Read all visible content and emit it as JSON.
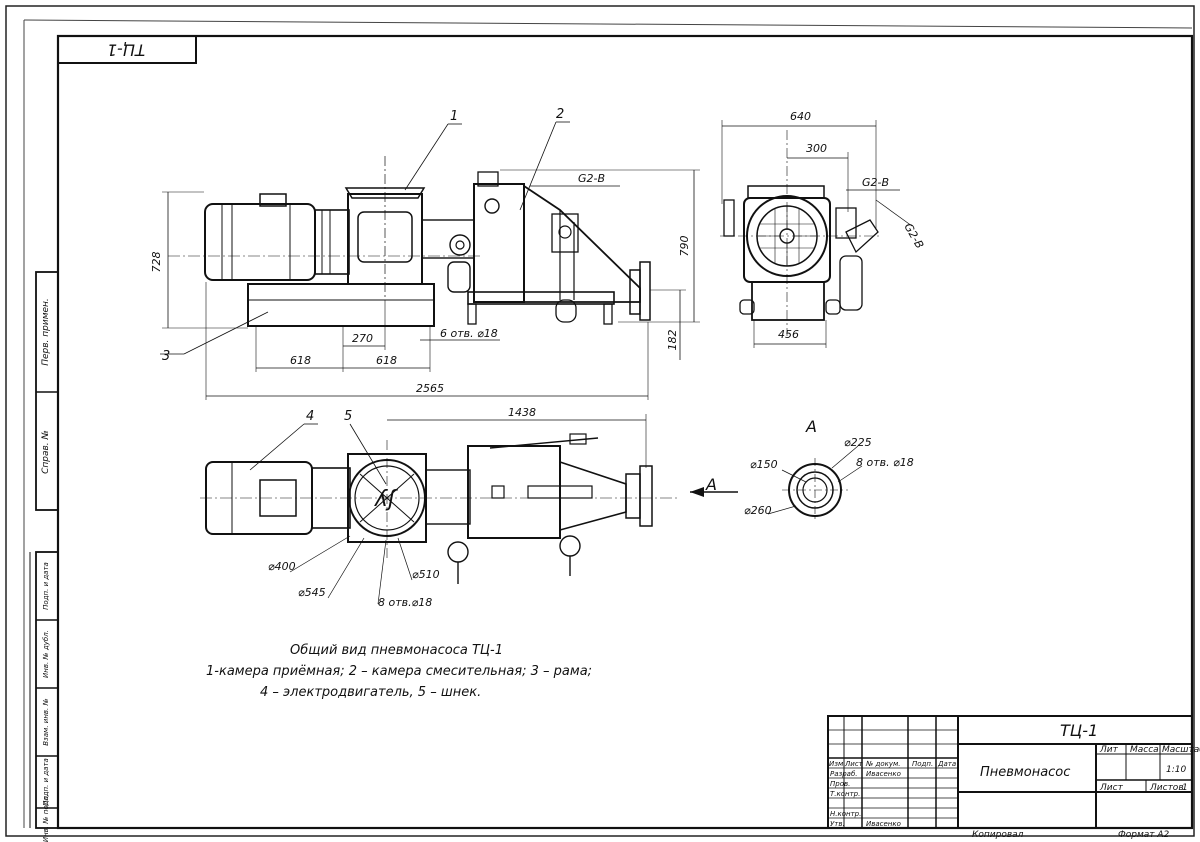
{
  "sheet": {
    "corner_code": "ТЦ-1",
    "side_stamp": [
      "Перв. примен.",
      "Справ. №",
      "Подп. и дата",
      "Инв. № дубл.",
      "Взам. инв. №",
      "Подп. и дата",
      "Инв. № подл."
    ]
  },
  "views": {
    "side_view": {
      "leaders": [
        "1",
        "2",
        "3"
      ],
      "dimensions": [
        "728",
        "790",
        "270",
        "618",
        "618",
        "6 отв. ⌀18",
        "182",
        "2565",
        "G2-B"
      ]
    },
    "end_view": {
      "dimensions": [
        "640",
        "300",
        "G2-B",
        "G2-B",
        "456"
      ]
    },
    "top_view": {
      "leaders": [
        "4",
        "5"
      ],
      "dimensions": [
        "1438",
        "⌀400",
        "⌀545",
        "⌀510",
        "8 отв.⌀18"
      ],
      "view_arrow": "A"
    },
    "detail_A": {
      "title": "A",
      "dimensions": [
        "⌀225",
        "⌀150",
        "8 отв. ⌀18",
        "⌀260"
      ]
    }
  },
  "caption": {
    "line1": "Общий вид пневмонасоса ТЦ-1",
    "line2": "1-камера приёмная;  2 – камера смесительная; 3 – рама;",
    "line3": "4 – электродвигатель, 5 – шнек."
  },
  "title_block": {
    "designation": "ТЦ-1",
    "name": "Пневмонасос",
    "scale": "1:10",
    "sheets_label": "Листов",
    "sheets_value": "1",
    "sheet_label": "Лист",
    "lit_label": "Лит",
    "mass_label": "Масса",
    "scale_label": "Масштаб",
    "col_headers": [
      "Изм",
      "Лист",
      "№ докум.",
      "Подп.",
      "Дата"
    ],
    "rows": [
      {
        "role": "Разраб.",
        "name": "Ивасенко"
      },
      {
        "role": "Пров.",
        "name": ""
      },
      {
        "role": "Т.контр.",
        "name": ""
      },
      {
        "role": "Н.контр.",
        "name": ""
      },
      {
        "role": "Утв.",
        "name": "Ивасенко"
      }
    ],
    "copied": "Копировал",
    "format": "Формат  А2"
  }
}
